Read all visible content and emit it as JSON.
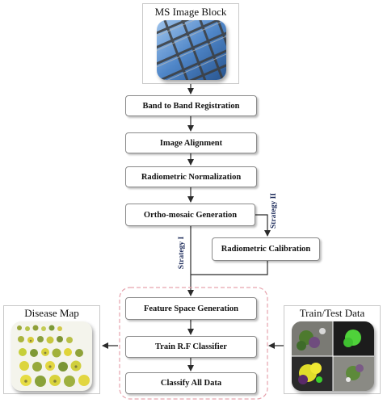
{
  "ms_block": {
    "title": "MS Image Block"
  },
  "steps": {
    "band": "Band to Band Registration",
    "align": "Image Alignment",
    "radnorm": "Radiometric Normalization",
    "ortho": "Ortho-mosaic Generation",
    "radcal": "Radiometric Calibration",
    "feature": "Feature Space Generation",
    "train": "Train R.F Classifier",
    "classify": "Classify All Data"
  },
  "strategies": {
    "one": "Strategy I",
    "two": "Strategy II"
  },
  "disease_map": {
    "title": "Disease Map"
  },
  "train_test": {
    "title": "Train/Test  Data"
  },
  "colors": {
    "arrow": "#2b2b2b",
    "dashed_border": "#e6a3ad",
    "strategy_text": "#22305e",
    "box_border": "#8a8a8a"
  }
}
